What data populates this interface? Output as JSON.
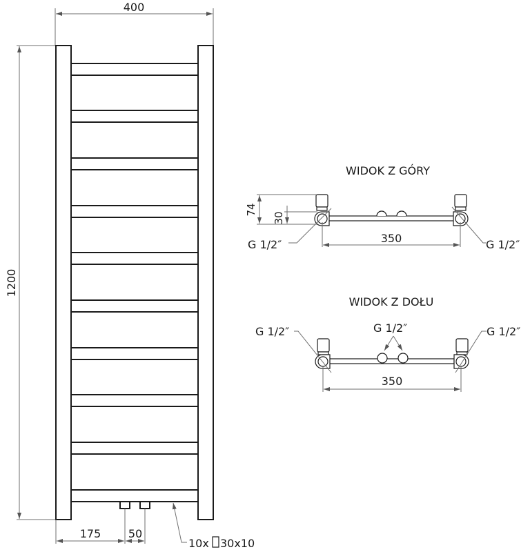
{
  "front_view": {
    "width_dim": "400",
    "height_dim": "1200",
    "left_offset_dim": "175",
    "spacing_dim": "50",
    "rung_label": "10x",
    "rung_profile": "30x10",
    "rung_count": 10,
    "rungs_y": [
      92,
      160,
      229,
      298,
      366,
      435,
      504,
      572,
      641,
      710
    ]
  },
  "top_view": {
    "title": "WIDOK Z GÓRY",
    "depth_dim": "74",
    "offset_dim": "30",
    "left_thread": "G 1/2″",
    "right_thread": "G 1/2″",
    "span_dim": "350"
  },
  "bottom_view": {
    "title": "WIDOK Z DOŁU",
    "left_thread": "G 1/2″",
    "center_thread": "G 1/2″",
    "right_thread": "G 1/2″",
    "span_dim": "350"
  },
  "colors": {
    "line": "#1a1a1a",
    "dimension": "#6e6e6e",
    "background": "#ffffff"
  }
}
